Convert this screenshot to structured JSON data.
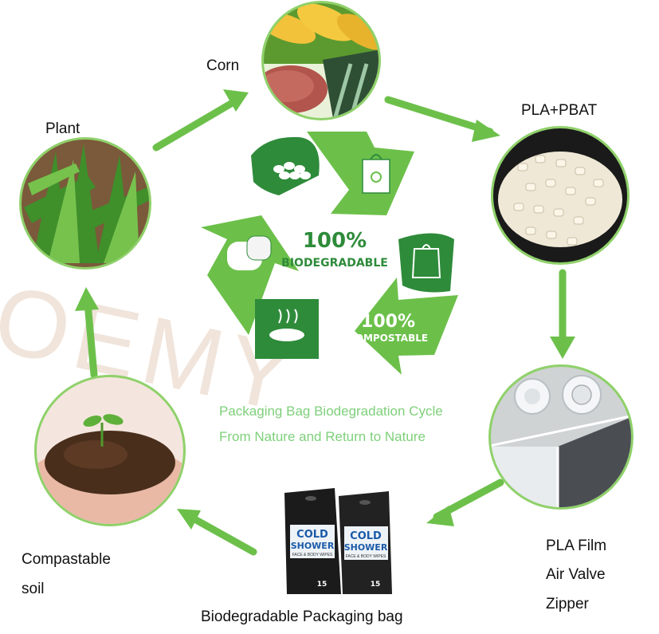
{
  "nodes": {
    "corn": {
      "label": "Corn"
    },
    "pla_pbat": {
      "label": "PLA+PBAT"
    },
    "plant": {
      "label": "Plant"
    },
    "pla_film": {
      "lines": [
        "PLA Film",
        "Air Valve",
        "Zipper"
      ]
    },
    "bag": {
      "label": "Biodegradable Packaging bag"
    },
    "soil": {
      "lines": [
        "Compastable",
        "soil"
      ]
    }
  },
  "center": {
    "biodegradable_pct": "100%",
    "biodegradable_word": "BIODEGRADABLE",
    "compostable_pct": "100%",
    "compostable_word": "COMPOSTABLE"
  },
  "caption": {
    "line1": "Packaging Bag Biodegradation Cycle",
    "line2": "From Nature and Return to Nature"
  },
  "product": {
    "brand_line1": "COLD",
    "brand_line2": "SHOWER",
    "subline": "FACE & BODY WIPES",
    "count": "15"
  },
  "watermark": "OEMY",
  "colors": {
    "accent_green": "#6cc04a",
    "dark_green": "#2e8b3a",
    "ring_green": "#8fd16a",
    "caption_green": "#7ed07a"
  }
}
